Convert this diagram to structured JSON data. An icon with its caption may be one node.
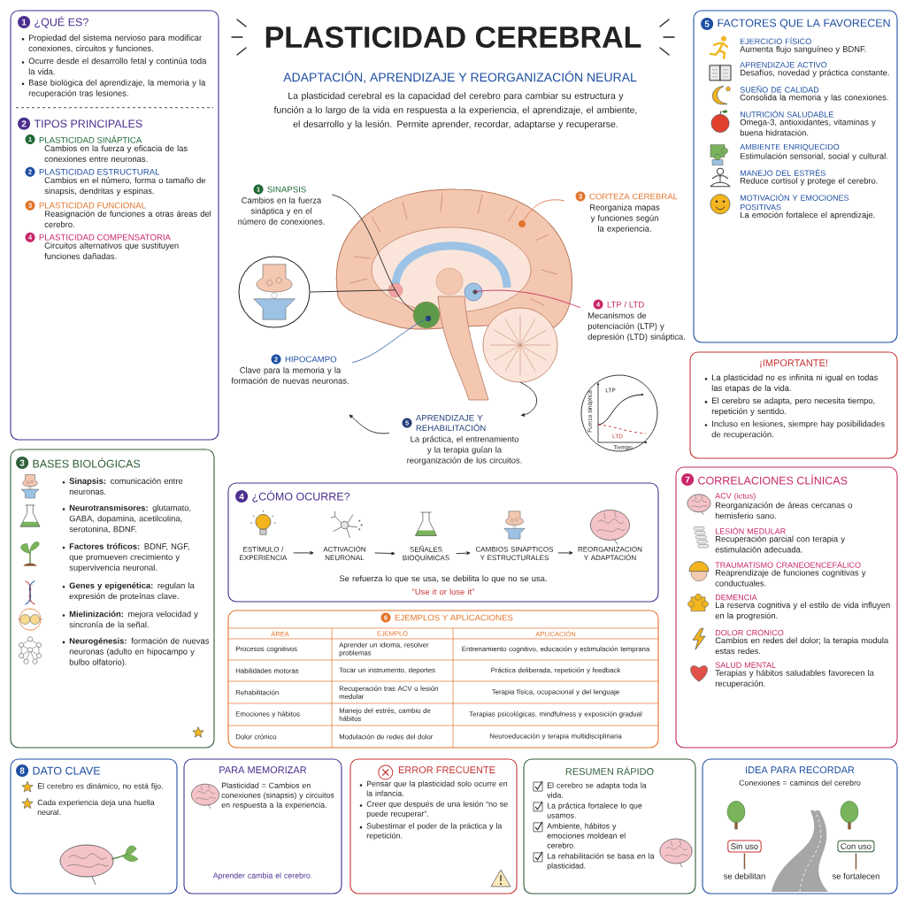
{
  "diagram": {
    "title": "PLASTICIDAD CEREBRAL",
    "nodes": [
      {
        "text": [
          "1",
          "¿QUÉ ES?",
          "Propiedad del sistema nervioso para modificar conexiones, circuitos y funciones.",
          "Ocurre desde el desarrollo fetal y continúa toda la vida.",
          "Base biológica del aprendizaje, la memoria y la recuperación tras lesiones.",
          "2",
          "TIPOS PRINCIPALES",
          "1",
          "PLASTICIDAD SINÁPTICA",
          "Cambios en la fuerza y eficacia de las conexiones entre neuronas.",
          "2",
          "PLASTICIDAD ESTRUCTURAL",
          "Cambios en el número, forma o tamaño de sinapsis, dendritas y espinas.",
          "3",
          "PLASTICIDAD FUNCIONAL",
          "Reasignación de funciones a otras áreas del cerebro.",
          "4",
          "PLASTICIDAD COMPENSATORIA",
          "Circuitos alternativos que sustituyen funciones dañadas."
        ]
      },
      {
        "text": [
          "1",
          "SINAPSIS",
          "Cambios en la fuerza sináptica y en el número de conexiones."
        ]
      },
      {
        "text": [],
        "shape": "circle"
      },
      {
        "text": [],
        "shape": "picture"
      },
      {
        "text": [
          "2",
          "HIPOCAMPO",
          "Clave para la memoria y la formación de nuevas neuronas."
        ]
      },
      {
        "text": [
          "3",
          "CORTEZA CEREBRAL",
          "Reorganiza mapas y funciones según la experiencia."
        ]
      },
      {
        "text": [
          "4",
          "LTP / LTD",
          "Mecanismos de potenciación (LTP) y depresión (LTD) sináptica."
        ]
      },
      {
        "text": [
          "LTP",
          "LTD",
          "Fuerza sináptica",
          "Tiempo"
        ]
      },
      {
        "text": [
          "5",
          "APRENDIZAJE Y REHABILITACIÓN",
          "La práctica, el entrenamiento y la terapia guían la reorganización de los circuitos."
        ]
      },
      {
        "text": [
          "5",
          "FACTORES QUE LA FAVORECEN",
          "EJERCICIO FÍSICO",
          "Aumenta flujo sanguíneo y BDNF.",
          "APRENDIZAJE ACTIVO",
          "Desafíos, novedad y práctica constante.",
          "SUEÑO DE CALIDAD",
          "Consolida la memoria y las conexiones.",
          "NUTRICIÓN SALUDABLE",
          "Omega-3, antioxidantes, vitaminas y buena hidratación.",
          "AMBIENTE ENRIQUECIDO",
          "Estimulación sensorial, social y cultural.",
          "MANEJO DEL ESTRÉS",
          "Reduce cortisol y protege el cerebro.",
          "MOTIVACIÓN Y EMOCIONES POSITIVAS",
          "La emoción fortalece el aprendizaje."
        ]
      },
      {
        "text": [
          "¡IMPORTANTE!",
          "La plasticidad no es infinita ni igual en todas las etapas de la vida.",
          "El cerebro se adapta, pero necesita tiempo, repetición y sentido.",
          "Incluso en lesiones, siempre hay posibilidades de recuperación."
        ]
      },
      {
        "text": [
          "3",
          "BASES BIOLÓGICAS",
          "**Sinapsis:** comunicación entre neuronas.",
          "**Neurotransmisores:** glutamato, GABA, dopamina, acetilcolina, serotonina, BDNF.",
          "**Factores tróficos:** BDNF, NGF, que promueven crecimiento y supervivencia neuronal.",
          "**Genes y epigenética:** regulan la expresión de proteínas clave.",
          "**Mielinización:** mejora velocidad y sincronía de la señal.",
          "**Neurogénesis:** formación de nuevas neuronas (adulto en hipocampo y bulbo olfatorio)."
        ]
      },
      {
        "text": [
          "4",
          "¿CÓMO OCURRE?",
          "Se refuerza lo que se usa, se debilita lo que no se usa.",
          "“Use it or lose it”"
        ]
      },
      {
        "text": [
          "ESTÍMULO / EXPERIENCIA"
        ],
        "in": 12
      },
      {
        "text": [
          "ACTIVACIÓN NEURONAL"
        ],
        "in": 12
      },
      {
        "text": [
          "SEÑALES BIOQUÍMICAS"
        ],
        "in": 12
      },
      {
        "text": [
          "CAMBIOS SINÁPTICOS Y ESTRUCTURALES"
        ],
        "in": 12
      },
      {
        "text": [
          "REORGANIZACIÓN Y ADAPTACIÓN"
        ],
        "in": 12
      },
      {
        "text": [
          "6",
          "EJEMPLOS Y APLICACIONES"
        ]
      },
      {
        "text": [
          "7",
          "CORRELACIONES CLÍNICAS",
          "ACV (ictus)",
          "Reorganización de áreas cercanas o hemisferio sano.",
          "LESIÓN MEDULAR",
          "Recuperación parcial con terapia y estimulación adecuada.",
          "TRAUMATISMO CRANEOENCEFÁLICO",
          "Reaprendizaje de funciones cognitivas y conductuales.",
          "DEMENCIA",
          "La reserva cognitiva y el estilo de vida influyen en la progresión.",
          "DOLOR CRÓNICO",
          "Cambios en redes del dolor; la terapia modula estas redes.",
          "SALUD MENTAL",
          "Terapias y hábitos saludables favorecen la recuperación."
        ]
      },
      {
        "text": [
          "8",
          "DATO CLAVE",
          "El cerebro es dinámico, no está fijo.",
          "Cada experiencia deja una huella neural."
        ]
      },
      {
        "text": [
          "PARA MEMORIZAR",
          "Plasticidad = Cambios en conexiones (sinapsis) y circuitos en respuesta a la experiencia.",
          "Aprender cambia el cerebro."
        ]
      },
      {
        "text": [
          "ERROR FRECUENTE",
          "Pensar que la plasticidad solo ocurre en la infancia.",
          "Creer que después de una lesión “no se puede recuperar”.",
          "Subestimar el poder de la práctica y la repetición."
        ]
      },
      {
        "text": [
          "RESUMEN RÁPIDO",
          "El cerebro se adapta toda la vida.",
          "La práctica fortalece lo que usamos.",
          "Ambiente, hábitos y emociones moldean el cerebro.",
          "La rehabilitación se basa en la plasticidad."
        ]
      },
      {
        "text": [
          "IDEA PARA RECORDAR",
          "Conexiones = caminos del cerebro"
        ]
      },
      {
        "text": [
          "Sin uso"
        ],
        "in": 24,
        "beside": [
          "se debilitan"
        ]
      },
      {
        "text": [
          "Con uso"
        ],
        "in": 24,
        "beside": [
          "se fortalecen"
        ]
      }
    ],
    "edges": [
      {
        "from": 1,
        "to": 3,
        "arrow": "none"
      },
      {
        "from": 2,
        "to": 3,
        "arrow": "none"
      },
      {
        "from": 4,
        "to": 3,
        "arrow": "none",
        "color": "#3b6bb0"
      },
      {
        "from": 5,
        "to": 3,
        "arrow": "none",
        "color": "#e0784f"
      },
      {
        "from": 6,
        "to": 3,
        "arrow": "none",
        "color": "#c8325a"
      },
      {
        "from": 3,
        "to": 8,
        "arrow": "to"
      },
      {
        "from": 8,
        "to": 4,
        "arrow": "to"
      },
      {
        "from": 13,
        "to": 14,
        "arrow": "to"
      },
      {
        "from": 14,
        "to": 15,
        "arrow": "to"
      },
      {
        "from": 15,
        "to": 16,
        "arrow": "to"
      },
      {
        "from": 16,
        "to": 17,
        "arrow": "to"
      }
    ],
    "labels": [
      "ADAPTACIÓN, APRENDIZAJE Y REORGANIZACIÓN NEURAL",
      "La plasticidad cerebral es la capacidad del cerebro para cambiar su estructura y función a lo largo de la vida en respuesta a la experiencia, el aprendizaje, el ambiente, el desarrollo y la lesión. Permite aprender, recordar, adaptarse y recuperarse.",
      "ÁREA",
      "EJEMPLO",
      "APLICACIÓN",
      "Procesos cognitivos",
      "Aprender un idioma, resolver problemas",
      "Entrenamiento cognitivo, educación y estimulación temprana",
      "Habilidades motoras",
      "Tocar un instrumento, deportes",
      "Práctica deliberada, repetición y feedback",
      "Rehabilitación",
      "Recuperación tras ACV o lesión medular",
      "Terapia física, ocupacional y del lenguaje",
      "Emociones y hábitos",
      "Manejo del estrés, cambio de hábitos",
      "Terapias psicológicas, mindfulness y exposición gradual",
      "Dolor crónico",
      "Modulación de redes del dolor",
      "Neuroeducación y terapia multidisciplinaria"
    ]
  }
}
